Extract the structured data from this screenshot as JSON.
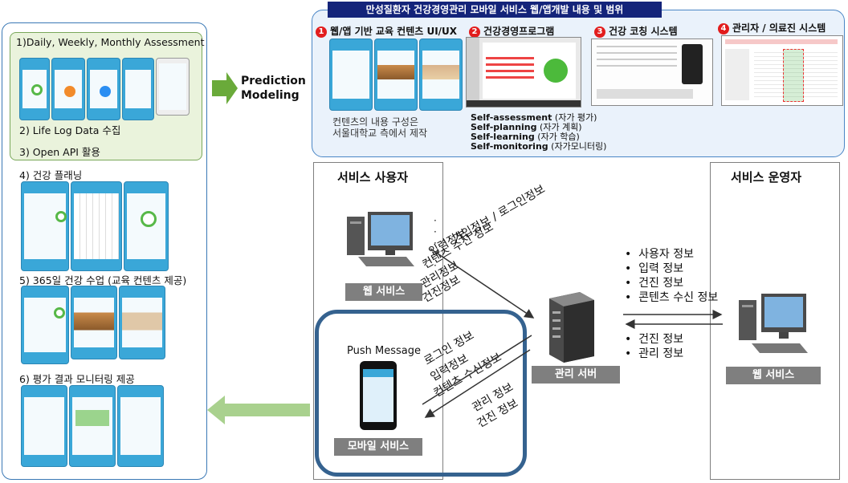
{
  "top_panel": {
    "title": "만성질환자 건강경영관리 모바일 서비스 웹/앱개발 내용 및 범위",
    "sections": [
      {
        "num": "1",
        "label": "웹/앱 기반 교육 컨텐츠 UI/UX"
      },
      {
        "num": "2",
        "label": "건강경영프로그램"
      },
      {
        "num": "3",
        "label": "건강 코칭 시스템"
      },
      {
        "num": "4",
        "label": "관리자 / 의료진 시스템"
      }
    ],
    "content_note_line1": "컨텐츠의 내용 구성은",
    "content_note_line2": "서울대학교 측에서 제작",
    "program_items": [
      {
        "en": "Self-assessment",
        "ko": "(자가 평가)"
      },
      {
        "en": "Self-planning",
        "ko": "(자가 계획)"
      },
      {
        "en": "Self-learning",
        "ko": "(자가 학습)"
      },
      {
        "en": "Self-monitoring",
        "ko": "(자가모니터링)"
      }
    ]
  },
  "left_panel": {
    "item1": "1)Daily, Weekly, Monthly Assessment",
    "item2": "2) Life Log Data 수집",
    "item3": "3) Open API 활용",
    "item4": "4) 건강 플래닝",
    "item5": "5) 365일 건강 수업 (교육 컨텐츠 제공)",
    "item6": "6) 평가 결과 모니터링 제공"
  },
  "prediction": {
    "line1": "Prediction",
    "line2": "Modeling"
  },
  "service_user": {
    "title": "서비스 사용자",
    "web_label": "웹 서비스",
    "mobile_label": "모바일 서비스",
    "push_message": "Push Message"
  },
  "service_operator": {
    "title": "서비스 운영자",
    "web_label": "웹 서비스"
  },
  "server_label": "관리 서버",
  "web_flow": {
    "to_server": [
      "가입정보 / 로그인정보",
      "입력정보",
      "컨텐츠 수신 정보"
    ],
    "from_server": [
      "관리정보",
      "건진정보"
    ]
  },
  "mobile_flow": {
    "to_server": [
      "로그인 정보",
      "입력정보",
      "컨텐츠 수신정보"
    ],
    "from_server": [
      "관리 정보",
      "건진 정보"
    ]
  },
  "operator_flow": {
    "upper": [
      "사용자 정보",
      "입력 정보",
      "건진 정보",
      "콘텐츠 수신 정보"
    ],
    "lower": [
      "건진 정보",
      "관리 정보"
    ]
  },
  "colors": {
    "accent_blue": "#3a78b5",
    "title_navy": "#14247a",
    "arrow_green": "#6aaa3a",
    "arrow_light_green": "#a9d18e",
    "mobile_border": "#35628f"
  }
}
